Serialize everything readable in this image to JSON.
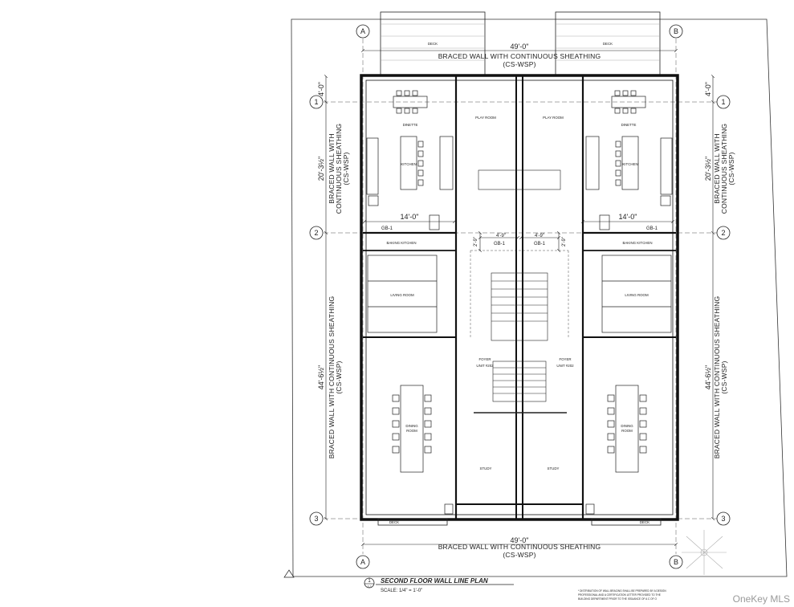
{
  "grid": {
    "col_a": "A",
    "col_b": "B",
    "row_1": "1",
    "row_2": "2",
    "row_3": "3"
  },
  "dimensions": {
    "top": "49'-0\"",
    "bottom": "49'-0\"",
    "left_top": "4'-0\"",
    "right_top": "4'-0\"",
    "left_mid": "20'-3½\"",
    "right_mid": "20'-3½\"",
    "left_low": "44'-6½\"",
    "right_low": "44'-6½\"",
    "kitchen_left": "14'-0\"",
    "kitchen_right": "14'-0\"",
    "gb_left": "4'-9\"",
    "gb_right": "4'-9\"",
    "stair_left": "2'-9\"",
    "stair_right": "2'-9\""
  },
  "bracing": {
    "top_line1": "BRACED WALL WITH CONTINUOUS SHEATHING",
    "top_line2": "(CS-WSP)",
    "bottom_line1": "BRACED WALL WITH CONTINUOUS SHEATHING",
    "bottom_line2": "(CS-WSP)",
    "left_upper1": "BRACED WALL WITH",
    "left_upper2": "CONTINUOUS SHEATHING",
    "left_upper3": "(CS-WSP)",
    "right_upper1": "BRACED WALL WITH",
    "right_upper2": "CONTINUOUS SHEATHING",
    "right_upper3": "(CS-WSP)",
    "left_lower1": "BRACED WALL WITH CONTINUOUS SHEATHING",
    "left_lower2": "(CS-WSP)",
    "right_lower1": "BRACED WALL WITH CONTINUOUS SHEATHING",
    "right_lower2": "(CS-WSP)"
  },
  "gb_tags": {
    "left_kitchen": "GB-1",
    "right_kitchen": "GB-1",
    "left_stair": "GB-1",
    "right_stair": "GB-1"
  },
  "rooms": {
    "deck_top_left": "DECK",
    "deck_top_right": "DECK",
    "dinette_left": "DINETTE",
    "dinette_right": "DINETTE",
    "play_left": "PLAY ROOM",
    "play_right": "PLAY ROOM",
    "kitchen_left": "KITCHEN",
    "kitchen_right": "KITCHEN",
    "baking_left": "BAKING KITCHEN",
    "baking_right": "BAKING KITCHEN",
    "living_left": "LIVING ROOM",
    "living_right": "LIVING ROOM",
    "foyer_left": "FOYER",
    "foyer_right": "FOYER",
    "unit_left": "UNIT #202",
    "unit_right": "UNIT #202",
    "dining_left_1": "DINING",
    "dining_left_2": "ROOM",
    "dining_right_1": "DINING",
    "dining_right_2": "ROOM",
    "study_left": "STUDY",
    "study_right": "STUDY",
    "deck_bottom_left": "DECK",
    "deck_bottom_right": "DECK"
  },
  "title_block": {
    "number": "1",
    "sheet": "S-3",
    "title": "SECOND FLOOR WALL LINE PLAN",
    "scale": "SCALE: 1/4\" = 1'-0\""
  },
  "notes": {
    "line1": "* DISTRIBUTION OF WALL BRACING SHALL BE PREPARED BY A DESIGN",
    "line2": "PROFESSIONAL AND A CERTIFICATION LETTER PROVIDED TO THE",
    "line3": "BUILDING DEPARTMENT PRIOR TO THE ISSUANCE OF A C OF O"
  },
  "watermark": "OneKey MLS"
}
